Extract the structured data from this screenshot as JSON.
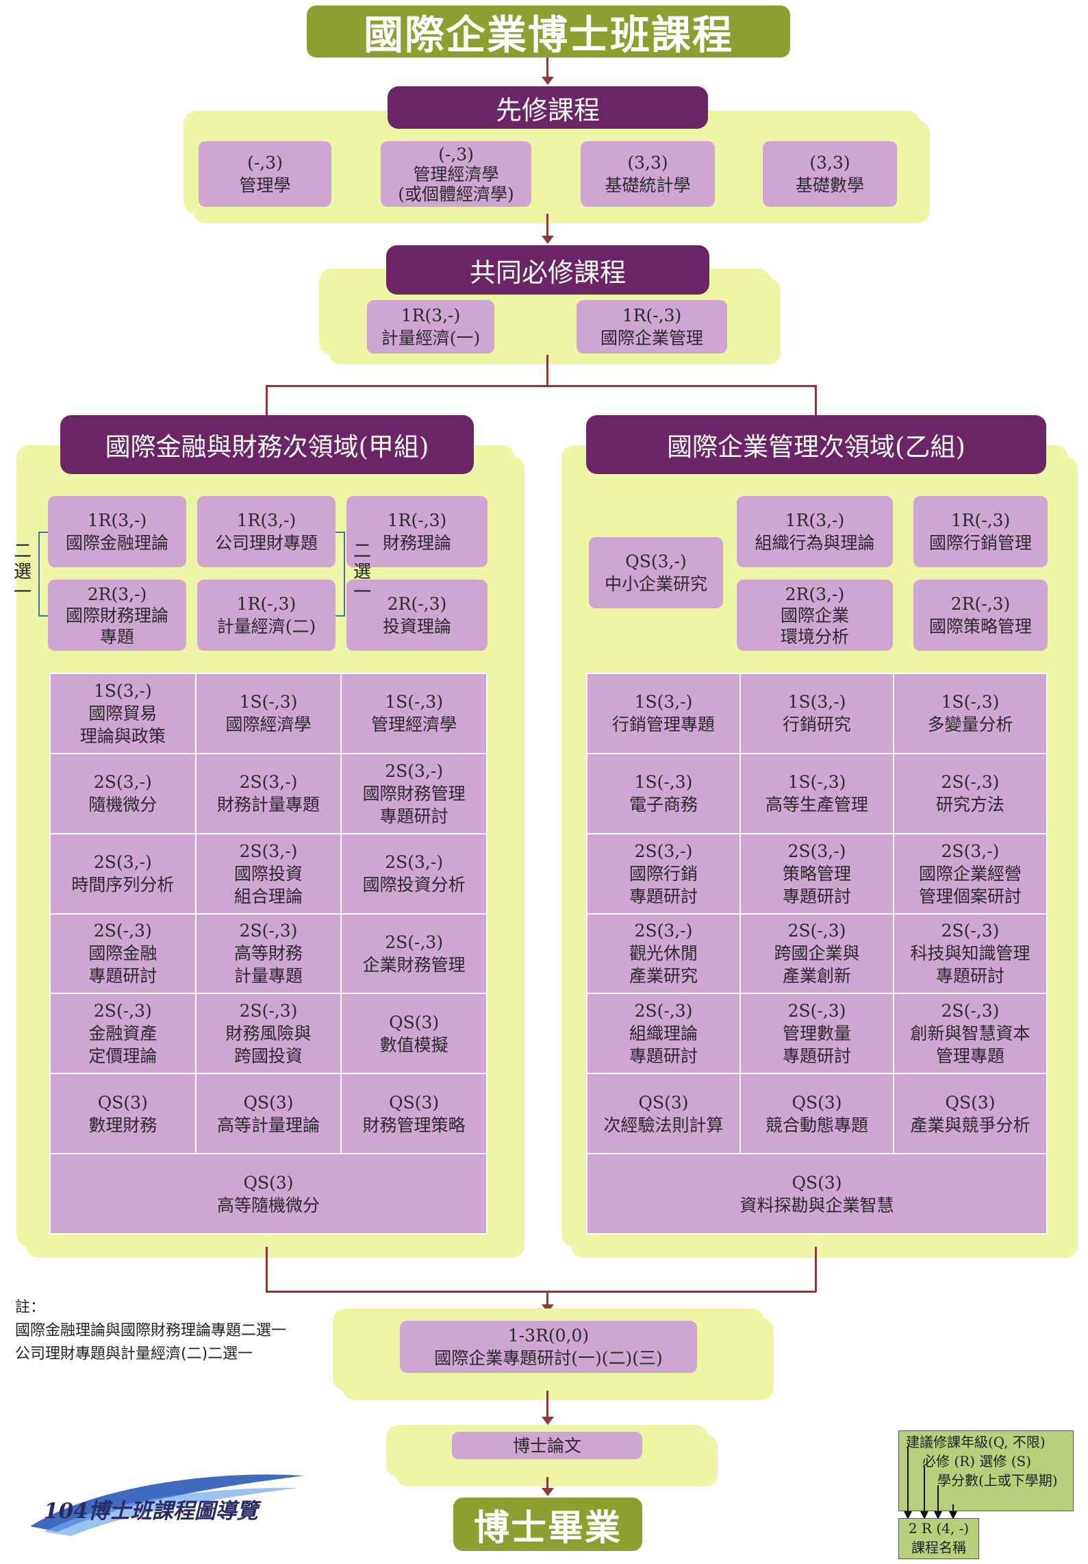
{
  "title": "國際企業博士班課程",
  "prerequisite": {
    "header": "先修課程",
    "courses": [
      {
        "code": "(-,3)",
        "name": "管理學"
      },
      {
        "code": "(-,3)",
        "name": "管理經濟學",
        "sub": "(或個體經濟學)"
      },
      {
        "code": "(3,3)",
        "name": "基礎統計學"
      },
      {
        "code": "(3,3)",
        "name": "基礎數學"
      }
    ]
  },
  "common": {
    "header": "共同必修課程",
    "courses": [
      {
        "code": "1R(3,-)",
        "name": "計量經濟(一)"
      },
      {
        "code": "1R(-,3)",
        "name": "國際企業管理"
      }
    ]
  },
  "groupA": {
    "header": "國際金融與財務次領域(甲組)",
    "choose_label": "二選一",
    "required": [
      {
        "code": "1R(3,-)",
        "name": "國際金融理論"
      },
      {
        "code": "1R(3,-)",
        "name": "公司理財專題"
      },
      {
        "code": "1R(-,3)",
        "name": "財務理論"
      },
      {
        "code": "2R(3,-)",
        "name": "國際財務理論",
        "sub": "專題"
      },
      {
        "code": "1R(-,3)",
        "name": "計量經濟(二)"
      },
      {
        "code": "2R(-,3)",
        "name": "投資理論"
      }
    ],
    "electives": [
      {
        "code": "1S(3,-)",
        "lines": [
          "國際貿易",
          "理論與政策"
        ]
      },
      {
        "code": "1S(-,3)",
        "lines": [
          "國際經濟學"
        ]
      },
      {
        "code": "1S(-,3)",
        "lines": [
          "管理經濟學"
        ]
      },
      {
        "code": "2S(3,-)",
        "lines": [
          "隨機微分"
        ]
      },
      {
        "code": "2S(3,-)",
        "lines": [
          "財務計量專題"
        ]
      },
      {
        "code": "2S(3,-)",
        "lines": [
          "國際財務管理",
          "專題研討"
        ]
      },
      {
        "code": "2S(3,-)",
        "lines": [
          "時間序列分析"
        ]
      },
      {
        "code": "2S(3,-)",
        "lines": [
          "國際投資",
          "組合理論"
        ]
      },
      {
        "code": "2S(3,-)",
        "lines": [
          "國際投資分析"
        ]
      },
      {
        "code": "2S(-,3)",
        "lines": [
          "國際金融",
          "專題研討"
        ]
      },
      {
        "code": "2S(-,3)",
        "lines": [
          "高等財務",
          "計量專題"
        ]
      },
      {
        "code": "2S(-,3)",
        "lines": [
          "企業財務管理"
        ]
      },
      {
        "code": "2S(-,3)",
        "lines": [
          "金融資產",
          "定價理論"
        ]
      },
      {
        "code": "2S(-,3)",
        "lines": [
          "財務風險與",
          "跨國投資"
        ]
      },
      {
        "code": "QS(3)",
        "lines": [
          "數值模擬"
        ]
      },
      {
        "code": "QS(3)",
        "lines": [
          "數理財務"
        ]
      },
      {
        "code": "QS(3)",
        "lines": [
          "高等計量理論"
        ]
      },
      {
        "code": "QS(3)",
        "lines": [
          "財務管理策略"
        ]
      }
    ],
    "last": {
      "code": "QS(3)",
      "lines": [
        "高等隨機微分"
      ]
    }
  },
  "groupB": {
    "header": "國際企業管理次領域(乙組)",
    "required": [
      {
        "code": "QS(3,-)",
        "name": "中小企業研究"
      },
      {
        "code": "1R(3,-)",
        "name": "組織行為與理論"
      },
      {
        "code": "1R(-,3)",
        "name": "國際行銷管理"
      },
      {
        "code": "2R(3,-)",
        "name": "國際企業",
        "sub": "環境分析"
      },
      {
        "code": "2R(-,3)",
        "name": "國際策略管理"
      }
    ],
    "electives": [
      {
        "code": "1S(3,-)",
        "lines": [
          "行銷管理專題"
        ]
      },
      {
        "code": "1S(3,-)",
        "lines": [
          "行銷研究"
        ]
      },
      {
        "code": "1S(-,3)",
        "lines": [
          "多變量分析"
        ]
      },
      {
        "code": "1S(-,3)",
        "lines": [
          "電子商務"
        ]
      },
      {
        "code": "1S(-,3)",
        "lines": [
          "高等生產管理"
        ]
      },
      {
        "code": "2S(-,3)",
        "lines": [
          "研究方法"
        ]
      },
      {
        "code": "2S(3,-)",
        "lines": [
          "國際行銷",
          "專題研討"
        ]
      },
      {
        "code": "2S(3,-)",
        "lines": [
          "策略管理",
          "專題研討"
        ]
      },
      {
        "code": "2S(3,-)",
        "lines": [
          "國際企業經營",
          "管理個案研討"
        ]
      },
      {
        "code": "2S(3,-)",
        "lines": [
          "觀光休閒",
          "產業研究"
        ]
      },
      {
        "code": "2S(-,3)",
        "lines": [
          "跨國企業與",
          "產業創新"
        ]
      },
      {
        "code": "2S(-,3)",
        "lines": [
          "科技與知識管理",
          "專題研討"
        ]
      },
      {
        "code": "2S(-,3)",
        "lines": [
          "組織理論",
          "專題研討"
        ]
      },
      {
        "code": "2S(-,3)",
        "lines": [
          "管理數量",
          "專題研討"
        ]
      },
      {
        "code": "2S(-,3)",
        "lines": [
          "創新與智慧資本",
          "管理專題"
        ]
      },
      {
        "code": "QS(3)",
        "lines": [
          "次經驗法則計算"
        ]
      },
      {
        "code": "QS(3)",
        "lines": [
          "競合動態專題"
        ]
      },
      {
        "code": "QS(3)",
        "lines": [
          "產業與競爭分析"
        ]
      }
    ],
    "last": {
      "code": "QS(3)",
      "lines": [
        "資料探勘與企業智慧"
      ]
    }
  },
  "notes": {
    "label": "註：",
    "lines": [
      "國際金融理論與國際財務理論專題二選一",
      "公司理財專題與計量經濟(二)二選一"
    ]
  },
  "seminar": {
    "code": "1-3R(0,0)",
    "name": "國際企業專題研討(一)(二)(三)"
  },
  "thesis": "博士論文",
  "graduation": "博士畢業",
  "logo_text": "104博士班課程圖導覽",
  "legend": {
    "lines": [
      "建議修課年級(Q, 不限)",
      "必修 (R) 選修 (S)",
      "學分數(上或下學期)"
    ],
    "example_code": "2 R (4, -)",
    "example_name": "課程名稱"
  },
  "colors": {
    "olive": "#8e9e2f",
    "purple": "#6b2466",
    "lavender": "#cfa6d3",
    "lightgreen": "#eef5a4",
    "connector": "#8b3a3a"
  }
}
